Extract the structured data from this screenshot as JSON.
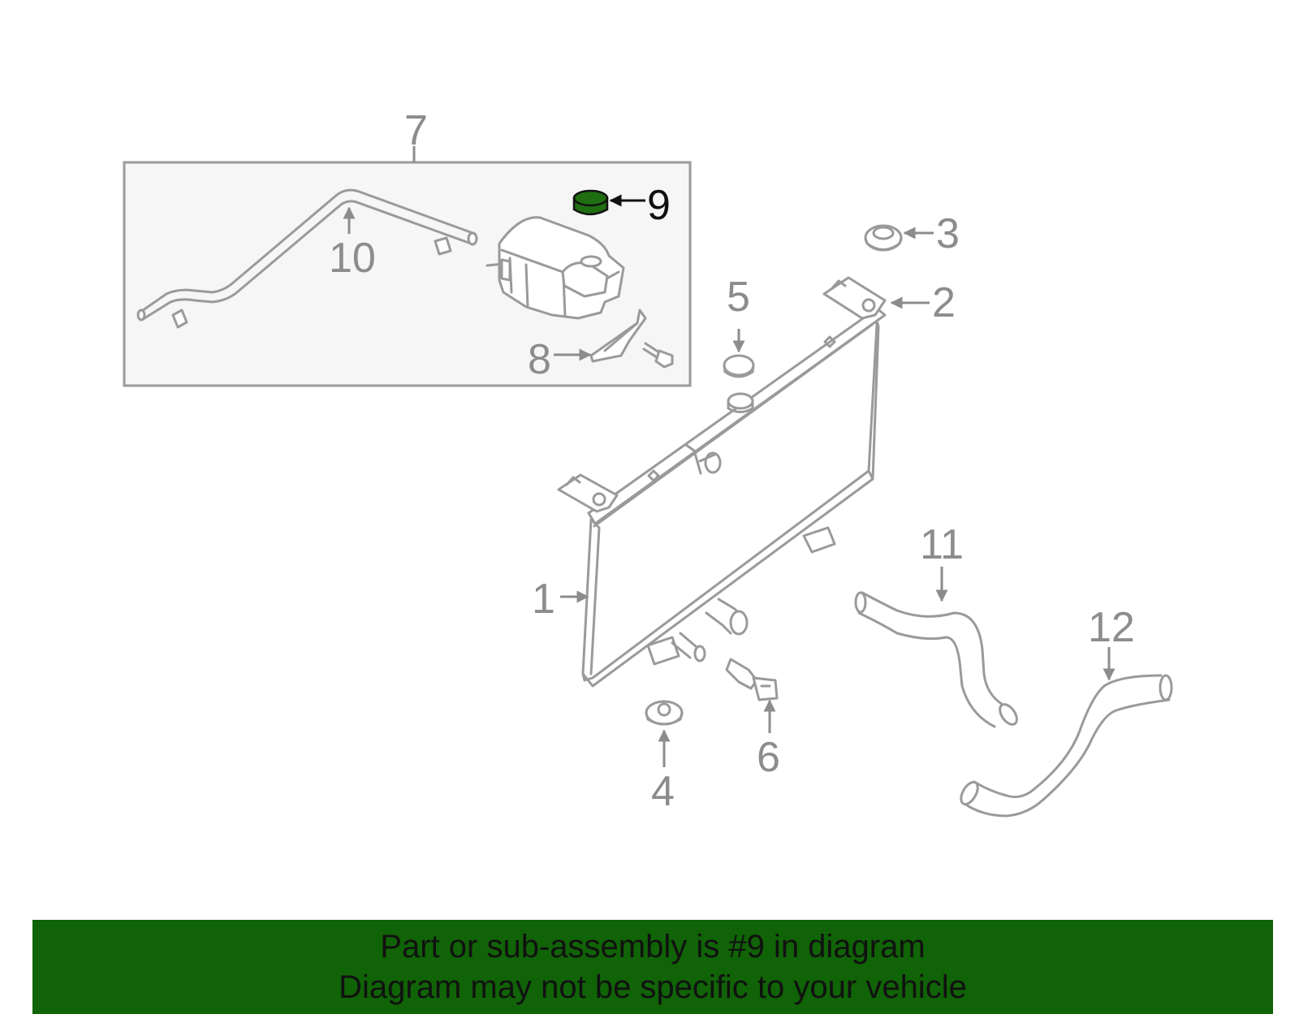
{
  "banner": {
    "line1": "Part or sub-assembly is #9 in diagram",
    "line2": "Diagram may not be specific to your vehicle",
    "background": "#106306"
  },
  "highlight_color": "#1f6e12",
  "callouts": [
    "1",
    "2",
    "3",
    "4",
    "5",
    "6",
    "7",
    "8",
    "9",
    "10",
    "11",
    "12"
  ],
  "highlighted_callout": "9"
}
